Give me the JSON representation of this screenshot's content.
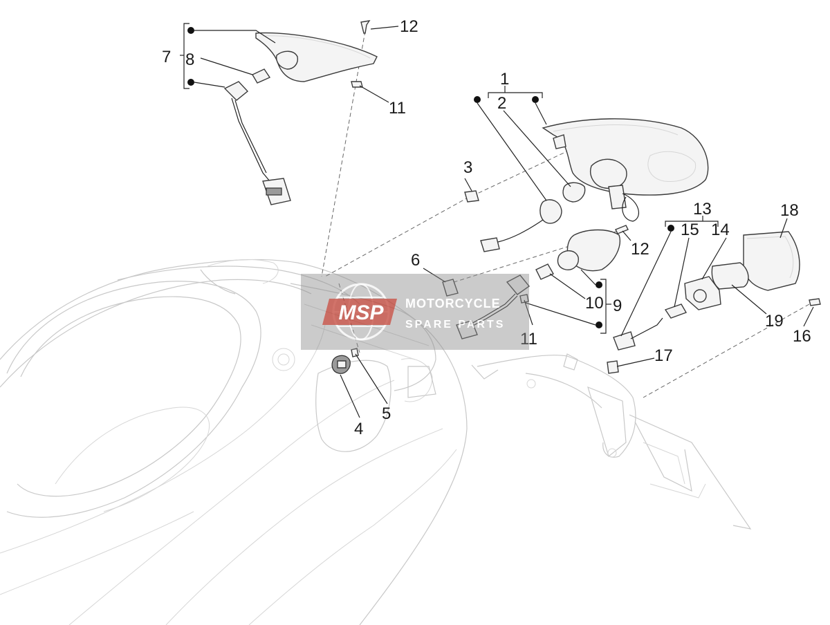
{
  "callouts": [
    {
      "id": "c1",
      "text": "1"
    },
    {
      "id": "c2",
      "text": "2"
    },
    {
      "id": "c3",
      "text": "3"
    },
    {
      "id": "c4",
      "text": "4"
    },
    {
      "id": "c5",
      "text": "5"
    },
    {
      "id": "c6",
      "text": "6"
    },
    {
      "id": "c7",
      "text": "7"
    },
    {
      "id": "c8",
      "text": "8"
    },
    {
      "id": "c9",
      "text": "9"
    },
    {
      "id": "c10",
      "text": "10"
    },
    {
      "id": "c11a",
      "text": "11"
    },
    {
      "id": "c11b",
      "text": "11"
    },
    {
      "id": "c12a",
      "text": "12"
    },
    {
      "id": "c12b",
      "text": "12"
    },
    {
      "id": "c13",
      "text": "13"
    },
    {
      "id": "c14",
      "text": "14"
    },
    {
      "id": "c15",
      "text": "15"
    },
    {
      "id": "c16",
      "text": "16"
    },
    {
      "id": "c17",
      "text": "17"
    },
    {
      "id": "c18",
      "text": "18"
    },
    {
      "id": "c19",
      "text": "19"
    }
  ],
  "watermark": {
    "logo": "MSP",
    "line1": "MOTORCYCLE",
    "line2": "SPARE PARTS",
    "color": "#c0392b"
  }
}
